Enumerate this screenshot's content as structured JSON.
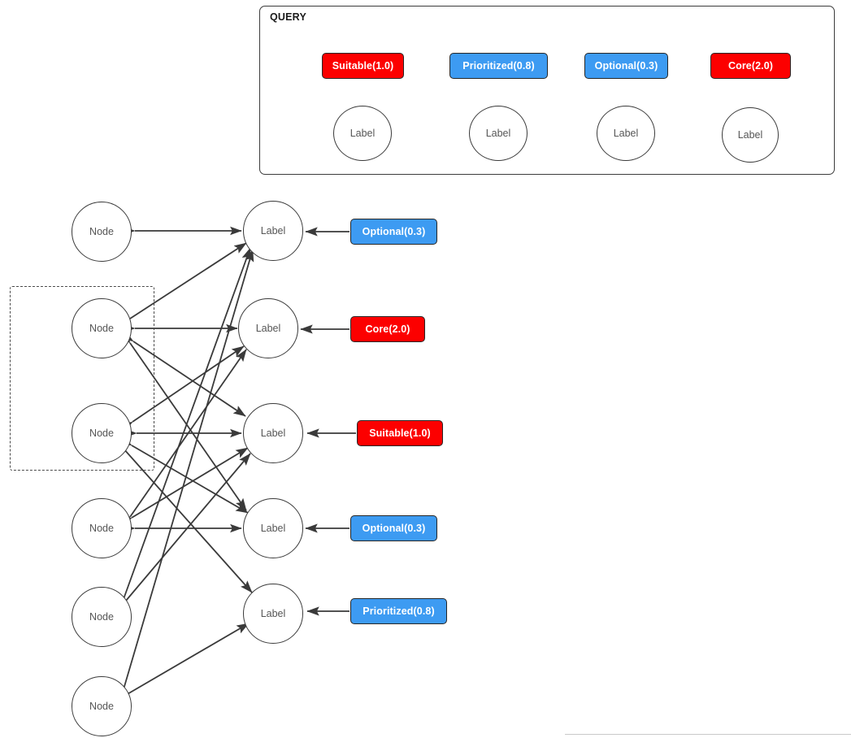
{
  "query": {
    "title": "QUERY",
    "items": [
      {
        "badge": "Suitable(1.0)",
        "color": "red",
        "node": "Label"
      },
      {
        "badge": "Prioritized(0.8)",
        "color": "blue",
        "node": "Label"
      },
      {
        "badge": "Optional(0.3)",
        "color": "blue",
        "node": "Label"
      },
      {
        "badge": "Core(2.0)",
        "color": "red",
        "node": "Label"
      }
    ]
  },
  "graph": {
    "nodes": [
      {
        "label": "Node"
      },
      {
        "label": "Node"
      },
      {
        "label": "Node"
      },
      {
        "label": "Node"
      },
      {
        "label": "Node"
      },
      {
        "label": "Node"
      }
    ],
    "labels": [
      {
        "label": "Label",
        "badge": "Optional(0.3)",
        "color": "blue"
      },
      {
        "label": "Label",
        "badge": "Core(2.0)",
        "color": "red"
      },
      {
        "label": "Label",
        "badge": "Suitable(1.0)",
        "color": "red"
      },
      {
        "label": "Label",
        "badge": "Optional(0.3)",
        "color": "blue"
      },
      {
        "label": "Label",
        "badge": "Prioritized(0.8)",
        "color": "blue"
      }
    ]
  },
  "colors": {
    "red": "#fc0000",
    "blue": "#3d9bf2",
    "stroke": "#3a3a3a",
    "badge_border": "#262626",
    "panel_border": "#3b3b3b",
    "text": "#555555"
  }
}
